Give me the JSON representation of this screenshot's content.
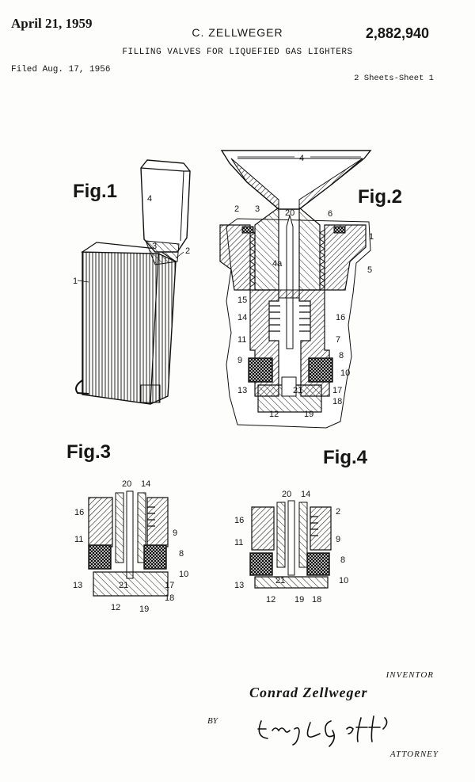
{
  "header": {
    "date": "April 21, 1959",
    "inventor": "C. ZELLWEGER",
    "patent_number": "2,882,940",
    "title": "FILLING VALVES FOR LIQUEFIED GAS LIGHTERS",
    "filed": "Filed Aug. 17, 1956",
    "sheets": "2 Sheets-Sheet 1"
  },
  "figures": {
    "fig1": {
      "label": "Fig.1",
      "refs": {
        "r1": "1",
        "r2": "2",
        "r3": "3",
        "r4": "4"
      }
    },
    "fig2": {
      "label": "Fig.2",
      "refs": {
        "r4": "4",
        "r2": "2",
        "r3": "3",
        "r20": "20",
        "r6": "6",
        "r1": "1",
        "r5": "5",
        "r4a": "4a",
        "r15": "15",
        "r14": "14",
        "r16": "16",
        "r11": "11",
        "r7": "7",
        "r9": "9",
        "r8": "8",
        "r10": "10",
        "r13": "13",
        "r21": "21",
        "r17": "17",
        "r18": "18",
        "r12": "12",
        "r19": "19"
      }
    },
    "fig3": {
      "label": "Fig.3",
      "refs": {
        "r20": "20",
        "r14": "14",
        "r16": "16",
        "r9": "9",
        "r11": "11",
        "r8": "8",
        "r10": "10",
        "r17": "17",
        "r13": "13",
        "r21": "21",
        "r18": "18",
        "r12": "12",
        "r19": "19"
      }
    },
    "fig4": {
      "label": "Fig.4",
      "refs": {
        "r20": "20",
        "r14": "14",
        "r2": "2",
        "r16": "16",
        "r9": "9",
        "r11": "11",
        "r8": "8",
        "r10": "10",
        "r13": "13",
        "r21": "21",
        "r12": "12",
        "r19": "19",
        "r18": "18"
      }
    }
  },
  "signature": {
    "inventor_label": "INVENTOR",
    "inventor_name": "Conrad Zellweger",
    "by": "BY",
    "attorney_label": "ATTORNEY"
  }
}
